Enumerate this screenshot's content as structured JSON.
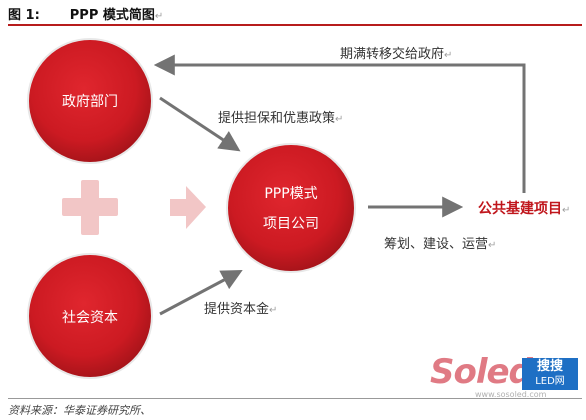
{
  "caption": {
    "number": "图 1:",
    "title": "PPP 模式简图",
    "mark": "↵"
  },
  "nodes": {
    "gov": "政府部门",
    "social": "社会资本",
    "spv_line1": "PPP模式",
    "spv_line2": "项目公司",
    "target": "公共基建项目"
  },
  "edges": {
    "return": "期满转移交给政府",
    "guarantee": "提供担保和优惠政策",
    "capital": "提供资本金",
    "build": "筹划、建设、运营"
  },
  "symbols": {
    "plus": "plus-icon",
    "arrow": "arrow-right-icon"
  },
  "colors": {
    "node": "#cc1a22",
    "arrow": "#737373",
    "symbol": "#f2c6c6",
    "accent": "#c0161c"
  },
  "source": "资料来源：华泰证券研究所、",
  "watermark": {
    "logo": "Soled",
    "brand_cn": "搜搜",
    "brand_en": "LED网",
    "url": "www.sosoled.com"
  }
}
